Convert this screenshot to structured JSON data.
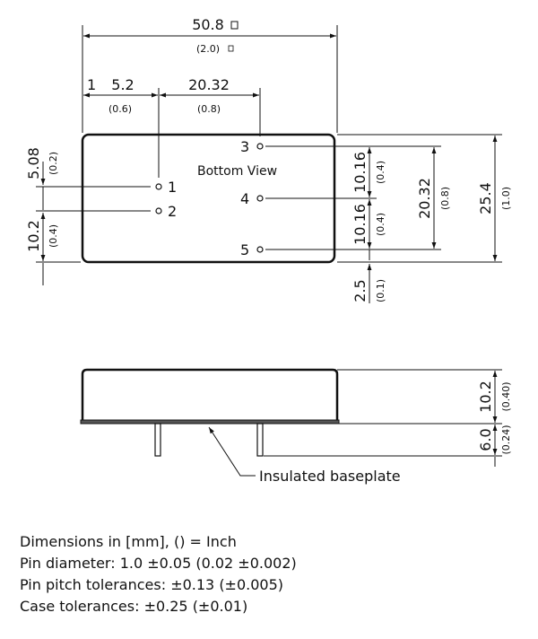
{
  "dims": {
    "total_width_mm": "50.8",
    "total_width_in": "(2.0)",
    "d1": "1",
    "d2_mm": "5.2",
    "d2_in": "(0.6)",
    "d3_mm": "20.32",
    "d3_in": "(0.8)",
    "pin_offset_mm": "5.08",
    "pin_offset_in": "(0.2)",
    "pin12_mm": "10.2",
    "pin12_in": "(0.4)",
    "pin34_mm": "10.16",
    "pin34_in": "(0.4)",
    "pin45_mm": "10.16",
    "pin45_in": "(0.4)",
    "pin35_mm": "20.32",
    "pin35_in": "(0.8)",
    "height_mm": "25.4",
    "height_in": "(1.0)",
    "bottom_mm": "2.5",
    "bottom_in": "(0.1)",
    "case_h_mm": "10.2",
    "case_h_in": "(0.40)",
    "pin_len_mm": "6.0",
    "pin_len_in": "(0.24)"
  },
  "labels": {
    "bottom_view": "Bottom View",
    "pin1": "1",
    "pin2": "2",
    "pin3": "3",
    "pin4": "4",
    "pin5": "5",
    "baseplate": "Insulated baseplate"
  },
  "notes": [
    "Dimensions in [mm], () = Inch",
    "Pin diameter: 1.0 ±0.05 (0.02 ±0.002)",
    "Pin pitch tolerances: ±0.13 (±0.005)",
    "Case tolerances:  ±0.25 (±0.01)"
  ]
}
